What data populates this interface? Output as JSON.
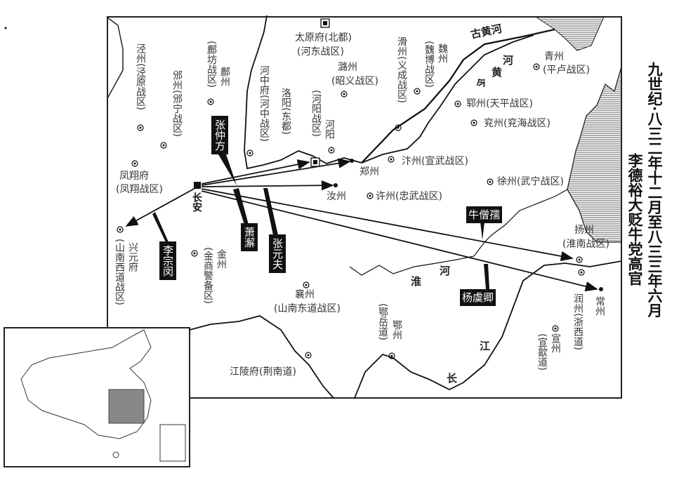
{
  "title": {
    "line1": "九世纪·八三二年十二月至八三三年六月",
    "line2": "李德裕大贬牛党高官"
  },
  "labels": [
    "太原府(北都)",
    "(河东战区)",
    "潞州",
    "(昭义战区)",
    "滑州(义成战区)",
    "魏州",
    "(魏博战区)",
    "泾州(泾原战区)",
    "邠州(邠宁战区)",
    "鄜州",
    "(鄜坊战区)",
    "河中府(河中战区)",
    "洛阳(东都)",
    "(河阳战区)",
    "河阳",
    "郑州",
    "汴州(宣武战区)",
    "郓州(天平战区)",
    "兖州(兖海战区)",
    "徐州(武宁战区)",
    "许州(忠武战区)",
    "青州",
    "(平卢战区)",
    "汝州",
    "凤翔府",
    "(凤翔战区)",
    "长安",
    "兴元府",
    "(山南西道战区)",
    "金州",
    "(金商警备区)",
    "襄州",
    "(山南东道战区)",
    "鄂州",
    "(鄂岳道)",
    "江陵府(荆南道)",
    "扬州",
    "(淮南战区)",
    "常州",
    "润州(浙西道)",
    "宣州",
    "(宣歙道)"
  ],
  "rivers": {
    "old_yellow": "古黄河",
    "new_yellow_1": "今",
    "new_yellow_2": "黄",
    "new_yellow_3": "河",
    "huai_1": "淮",
    "huai_2": "河",
    "yangtze_1": "江",
    "yangtze_2": "长"
  },
  "officials": {
    "zhang_zhongfang": "张仲方",
    "xiao_xie": "萧澥",
    "zhang_yuanfu": "张元夫",
    "li_zongmin": "李宗闵",
    "niu_sengru": "牛僧孺",
    "yang_yuqing": "杨虞卿"
  }
}
